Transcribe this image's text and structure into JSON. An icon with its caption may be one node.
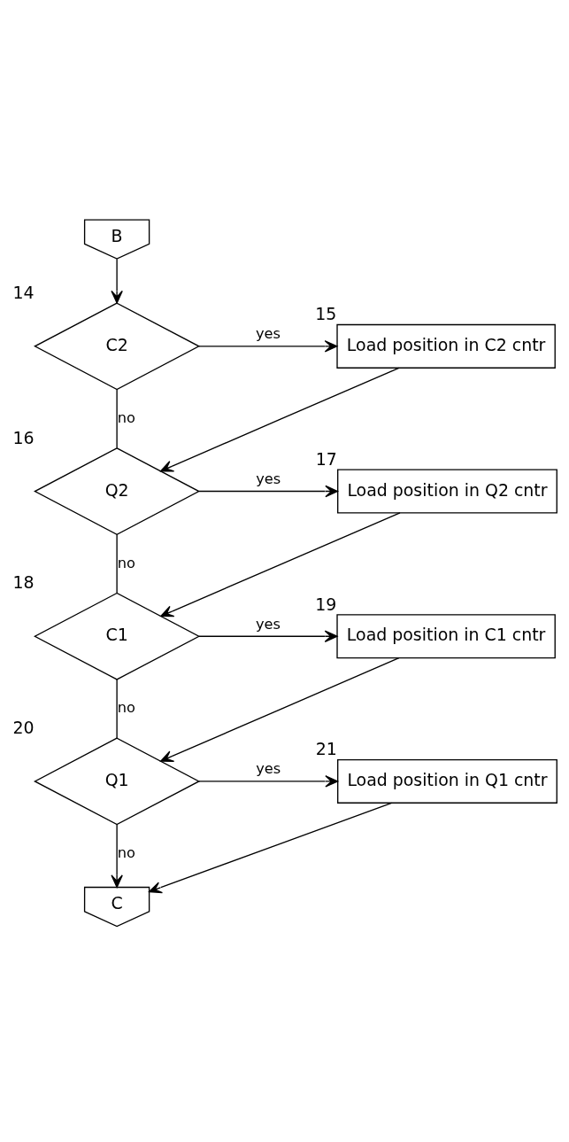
{
  "diagram": {
    "nodes": [
      {
        "text": [
          "B"
        ]
      },
      {
        "text": [
          "C2"
        ],
        "beside": [
          "14"
        ]
      },
      {
        "text": [
          "Load position in C2 cntr"
        ],
        "beside": [
          "15"
        ]
      },
      {
        "text": [
          "Q2"
        ],
        "beside": [
          "16"
        ]
      },
      {
        "text": [
          "Load position in Q2 cntr"
        ],
        "beside": [
          "17"
        ]
      },
      {
        "text": [
          "C1"
        ],
        "beside": [
          "18"
        ]
      },
      {
        "text": [
          "Load position in C1 cntr"
        ],
        "beside": [
          "19"
        ]
      },
      {
        "text": [
          "Q1"
        ],
        "beside": [
          "20"
        ]
      },
      {
        "text": [
          "Load position in Q1 cntr"
        ],
        "beside": [
          "21"
        ]
      },
      {
        "text": [
          "C"
        ]
      }
    ],
    "edges": [
      {
        "from": 0,
        "to": 1,
        "arrow": "to"
      },
      {
        "from": 1,
        "to": 2,
        "arrow": "to",
        "label": "yes"
      },
      {
        "from": 1,
        "to": 3,
        "arrow": "none",
        "label": "no"
      },
      {
        "from": 2,
        "to": 3,
        "arrow": "to"
      },
      {
        "from": 3,
        "to": 4,
        "arrow": "to",
        "label": "yes"
      },
      {
        "from": 3,
        "to": 5,
        "arrow": "none",
        "label": "no"
      },
      {
        "from": 4,
        "to": 5,
        "arrow": "to"
      },
      {
        "from": 5,
        "to": 6,
        "arrow": "to",
        "label": "yes"
      },
      {
        "from": 5,
        "to": 7,
        "arrow": "none",
        "label": "no"
      },
      {
        "from": 6,
        "to": 7,
        "arrow": "to"
      },
      {
        "from": 7,
        "to": 8,
        "arrow": "to",
        "label": "yes"
      },
      {
        "from": 7,
        "to": 9,
        "arrow": "to",
        "label": "no"
      },
      {
        "from": 8,
        "to": 9,
        "arrow": "to"
      }
    ]
  }
}
